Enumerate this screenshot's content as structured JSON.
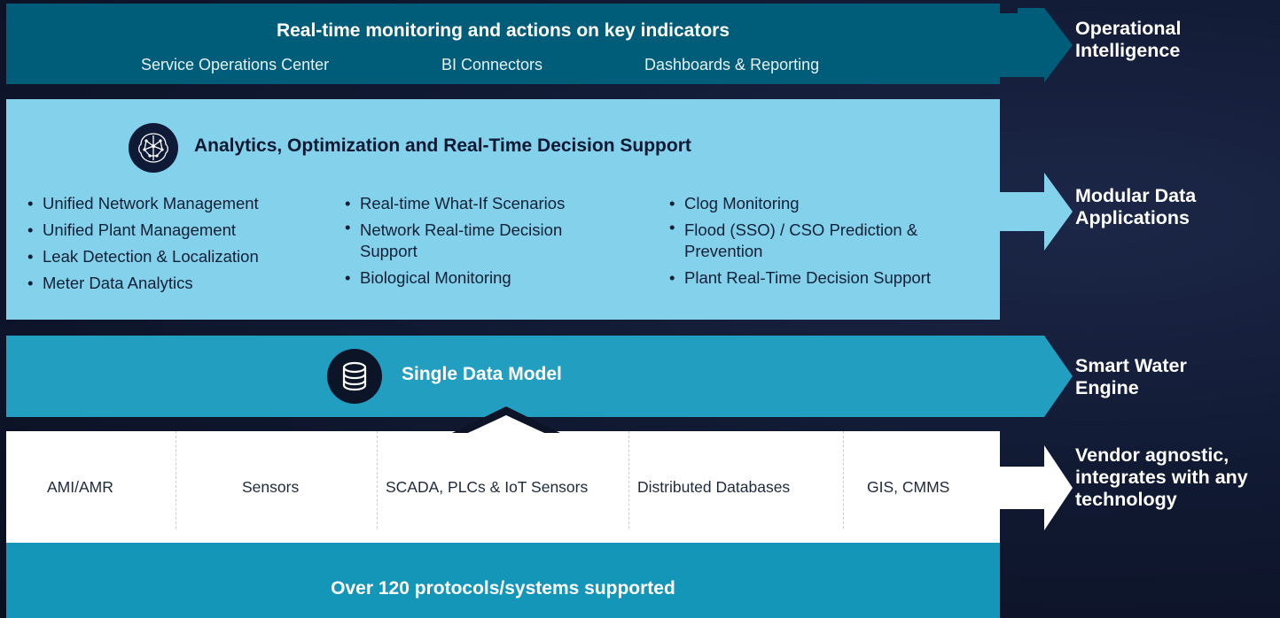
{
  "operational_layer": {
    "title": "Real-time monitoring and actions on key indicators",
    "items": [
      "Service Operations Center",
      "BI Connectors",
      "Dashboards & Reporting"
    ]
  },
  "applications_layer": {
    "title": "Analytics, Optimization and Real-Time Decision Support",
    "columns": [
      [
        "Unified Network Management",
        "Unified Plant Management",
        "Leak Detection & Localization",
        "Meter Data Analytics"
      ],
      [
        "Real-time What-If Scenarios",
        "Network Real-time Decision Support",
        "Biological Monitoring"
      ],
      [
        "Clog Monitoring",
        "Flood (SSO) / CSO Prediction & Prevention",
        "Plant Real-Time Decision Support"
      ]
    ]
  },
  "engine_layer": {
    "title": "Single Data Model"
  },
  "sources_layer": {
    "items": [
      "AMI/AMR",
      "Sensors",
      "SCADA, PLCs & IoT Sensors",
      "Distributed Databases",
      "GIS, CMMS"
    ]
  },
  "protocols_layer": {
    "title": "Over 120 protocols/systems supported"
  },
  "side_labels": [
    "Operational Intelligence",
    "Modular Data Applications",
    "Smart Water Engine",
    "Vendor agnostic, integrates with any technology"
  ],
  "icons": {
    "applications": "neural-network-icon",
    "engine": "database-icon"
  },
  "colors": {
    "operational": "#005d79",
    "applications": "#84d1ec",
    "engine": "#229ec1",
    "sources": "#ffffff",
    "protocols": "#1496b8",
    "background": "#111a33"
  }
}
